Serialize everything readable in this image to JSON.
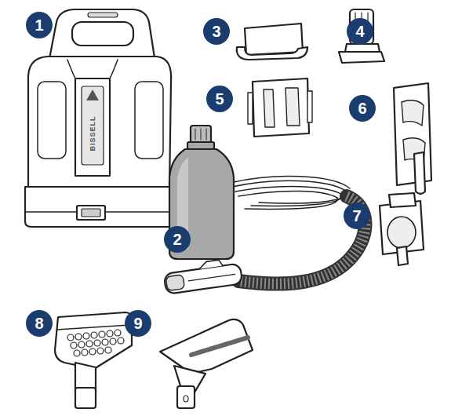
{
  "diagram": {
    "labels": [
      "1",
      "2",
      "3",
      "4",
      "5",
      "6",
      "7",
      "8",
      "9",
      "BISSELL"
    ]
  }
}
